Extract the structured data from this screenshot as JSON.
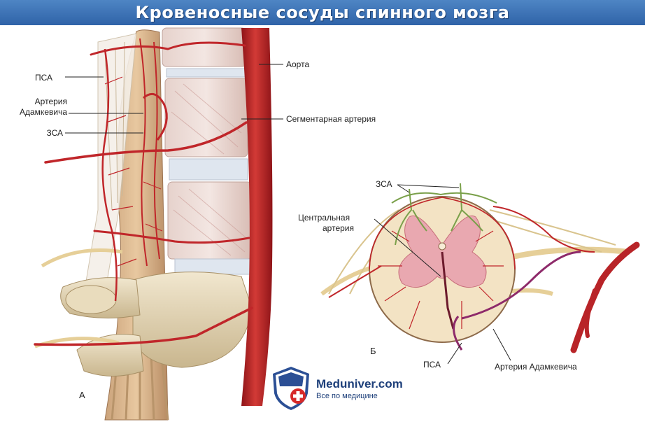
{
  "title": "Кровеносные сосуды спинного мозга",
  "panel_a": {
    "letter": "А",
    "labels": {
      "psa": "ПСА",
      "adamkiewicz_line1": "Артерия",
      "adamkiewicz_line2": "Адамкевича",
      "zsa": "ЗСА",
      "aorta": "Аорта",
      "segmental": "Сегментарная артерия"
    }
  },
  "panel_b": {
    "letter": "Б",
    "labels": {
      "zsa": "ЗСА",
      "central_line1": "Центральная",
      "central_line2": "артерия",
      "psa": "ПСА",
      "adamkiewicz": "Артерия Адамкевича"
    }
  },
  "logo": {
    "name": "Meduniver.com",
    "tagline": "Все по медицине"
  },
  "colors": {
    "title_bar": "#3a6fb3",
    "artery": "#c0262a",
    "posterior_artery": "#7aa04a",
    "bone": "#e8dcc0",
    "gray_matter": "#e9a8b0"
  }
}
